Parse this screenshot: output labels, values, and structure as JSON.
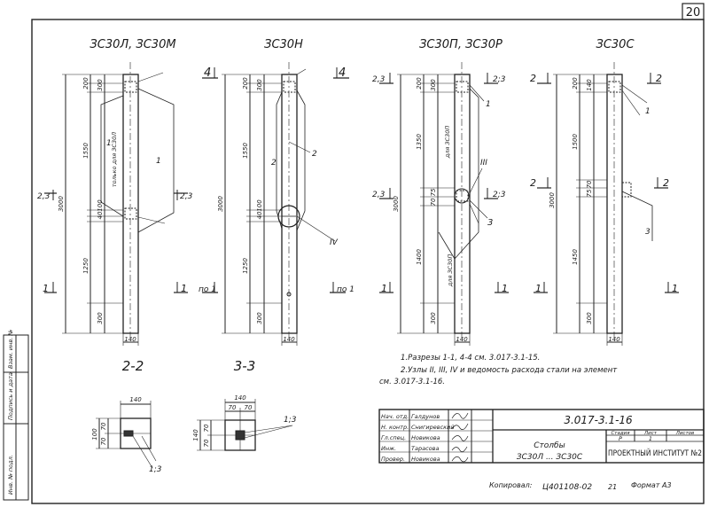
{
  "sheet_number": "20",
  "columns": [
    {
      "title": "ЗС30Л, ЗС30М",
      "dims": [
        "200",
        "300",
        "1550",
        "3000",
        "40",
        "100",
        "1250",
        "300",
        "140"
      ],
      "note": "только для ЗС30Л",
      "labels": [
        "1",
        "1",
        "2,3",
        "2,3",
        "1",
        "1"
      ]
    },
    {
      "title": "ЗС30Н",
      "dims": [
        "200",
        "300",
        "1550",
        "3000",
        "40",
        "100",
        "1250",
        "300",
        "140"
      ],
      "labels": [
        "4",
        "4",
        "2",
        "2",
        "IV",
        "по 1",
        "по 1"
      ]
    },
    {
      "title": "ЗС30П, ЗС30Р",
      "dims": [
        "200",
        "300",
        "1350",
        "3000",
        "75",
        "70",
        "1400",
        "300",
        "140"
      ],
      "notes": [
        "для ЗС30П",
        "для ЗС30П"
      ],
      "labels": [
        "2,3",
        "2;3",
        "1",
        "III",
        "2,3",
        "2;3",
        "3",
        "1",
        "1"
      ]
    },
    {
      "title": "ЗС30С",
      "dims": [
        "200",
        "140",
        "1500",
        "3000",
        "70",
        "75",
        "1450",
        "300",
        "140"
      ],
      "labels": [
        "2",
        "2",
        "1",
        "2",
        "2",
        "3",
        "1",
        "1"
      ]
    }
  ],
  "sections": {
    "s22": {
      "title": "2-2",
      "dims": [
        "140",
        "100",
        "70",
        "70"
      ],
      "label": "1;3"
    },
    "s33": {
      "title": "3-3",
      "dims": [
        "140",
        "70",
        "70",
        "140",
        "70",
        "70"
      ],
      "label": "1;3"
    }
  },
  "notes": [
    "1.Разрезы 1-1, 4-4 см. 3.017-3.1-15.",
    "2.Узлы II, III, IV и ведомость расхода стали на элемент",
    "см. 3.017-3.1-16."
  ],
  "margin_stamp": [
    "Инв. № подл.",
    "Подпись и дата",
    "Взам. инв. №"
  ],
  "title_block": {
    "rows": [
      {
        "role": "Нач. отд.",
        "name": "Галдунов"
      },
      {
        "role": "Н. контр.",
        "name": "Снигиревский"
      },
      {
        "role": "Гл.спец.",
        "name": "Новикова"
      },
      {
        "role": "Инж.",
        "name": "Тарасова"
      },
      {
        "role": "Провер.",
        "name": "Новикова"
      }
    ],
    "code": "3.017-3.1-16",
    "title": "Столбы",
    "subtitle": "ЗС30Л ... ЗС30С",
    "stage_label": "Стадия",
    "sheet_label": "Лист",
    "sheets_label": "Листов",
    "stage": "Р",
    "sheet": "1",
    "organization": "ПРОЕКТНЫЙ ИНСТИТУТ №2"
  },
  "footer": {
    "copied_label": "Копировал:",
    "doc_number": "Ц401108-02",
    "page": "21",
    "format": "Формат А3"
  }
}
